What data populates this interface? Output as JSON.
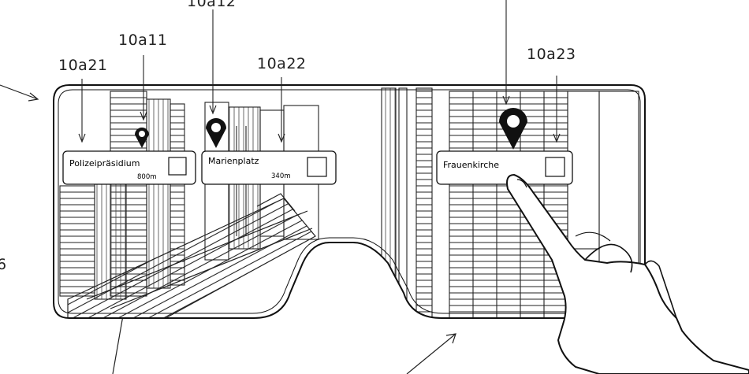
{
  "reference_labels": {
    "top_left_arrow_label": "10a12",
    "label_10a11": "10a11",
    "label_10a21": "10a21",
    "label_10a22": "10a22",
    "label_10a23": "10a23",
    "side_label": "6"
  },
  "cards": [
    {
      "title": "Polizeipräsidium",
      "distance": "800m"
    },
    {
      "title": "Marienplatz",
      "distance": "340m"
    },
    {
      "title": "Frauenkirche",
      "distance": ""
    }
  ]
}
